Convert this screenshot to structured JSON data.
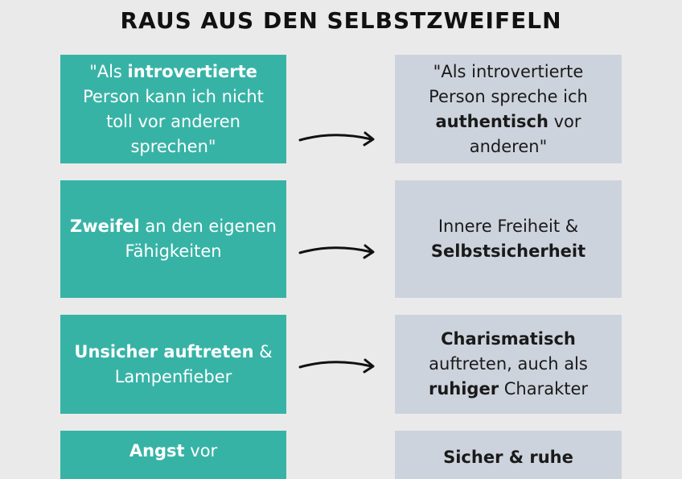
{
  "title": "RAUS AUS DEN SELBSTZWEIFELN",
  "rows": [
    {
      "left": [
        {
          "t": "\"Als ",
          "b": false
        },
        {
          "t": "introvertierte",
          "b": true
        },
        {
          "t": " Person kann ich nicht toll vor anderen sprechen\"",
          "b": false
        }
      ],
      "right": [
        {
          "t": "\"Als introvertierte Person spreche ich ",
          "b": false
        },
        {
          "t": "authentisch",
          "b": true
        },
        {
          "t": " vor anderen\"",
          "b": false
        }
      ]
    },
    {
      "left": [
        {
          "t": "Zweifel",
          "b": true
        },
        {
          "t": " an den eigenen Fähigkeiten",
          "b": false
        }
      ],
      "right": [
        {
          "t": "Innere  Freiheit & ",
          "b": false
        },
        {
          "t": "Selbstsicherheit",
          "b": true
        }
      ]
    },
    {
      "left": [
        {
          "t": "Unsicher auftreten",
          "b": true
        },
        {
          "t": " & Lampenfieber",
          "b": false
        }
      ],
      "right": [
        {
          "t": "Charismatisch",
          "b": true
        },
        {
          "t": " auftreten, auch als ",
          "b": false
        },
        {
          "t": "ruhiger",
          "b": true
        },
        {
          "t": " Charakter",
          "b": false
        }
      ]
    },
    {
      "left": [
        {
          "t": "Angst",
          "b": true
        },
        {
          "t": " vor",
          "b": false
        }
      ],
      "right": [
        {
          "t": "Sicher & ruhe",
          "b": true
        }
      ]
    }
  ]
}
